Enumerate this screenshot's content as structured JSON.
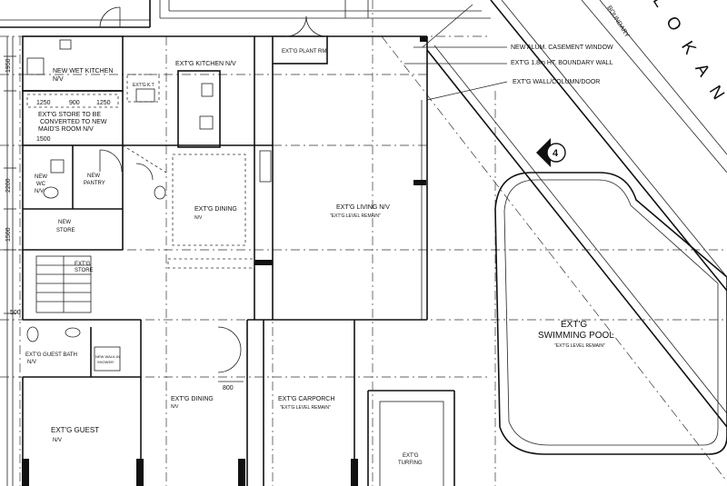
{
  "rooms": {
    "wet_kitchen": "NEW WET KITCHEN",
    "kitchen_nv_1": "N/V",
    "kitchen": "EXT'G KITCHEN N/V",
    "kitchen_kt": "EXT'G K.T",
    "plant_rm": "EXT'G PLANT RM",
    "store_maid_1": "EXT'G STORE TO BE",
    "store_maid_2": "CONVERTED TO NEW",
    "store_maid_3": "MAID'S ROOM  N/V",
    "new_wc_1": "NEW",
    "new_wc_2": "WC",
    "new_wc_3": "N/V",
    "new_pantry_1": "NEW",
    "new_pantry_2": "PANTRY",
    "new_store_1": "NEW",
    "new_store_2": "STORE",
    "dining_top": "EXT'G DINING",
    "dining_top_nv": "N/V",
    "living": "EXT'G LIVING  N/V",
    "living_note": "\"EXT'G LEVEL REMAIN\"",
    "store_stair_1": "EXT'G",
    "store_stair_2": "STORE",
    "guest_bath": "EXT'G GUEST BATH",
    "guest_bath_nv": "N/V",
    "walk_in_1": "NEW WALK-IN",
    "walk_in_2": "SHOWER",
    "dining_bottom": "EXT'G DINING",
    "dining_bottom_nv": "N/V",
    "carporch": "EXT'G CARPORCH",
    "carporch_note": "\"EXT'G LEVEL REMAIN\"",
    "guest": "EXT'G GUEST",
    "guest_nv": "N/V",
    "turfing_1": "EXT'G",
    "turfing_2": "TURFING",
    "pool_1": "EXT'G",
    "pool_2": "SWIMMING POOL",
    "pool_note": "\"EXT'G LEVEL REMAIN\""
  },
  "legend": {
    "casement": "NEW ALUM. CASEMENT WINDOW",
    "boundary_wall": "EXT'G 1.8m HT. BOUNDARY WALL",
    "wall_column": "EXT'G WALL/COLUMN/DOOR"
  },
  "dimensions": {
    "d1250a": "1250",
    "d900": "900",
    "d1250b": "1250",
    "d1500": "1500",
    "d800": "800",
    "d500": "500",
    "d1950": "1950",
    "d2200": "2200",
    "d1500v": "1500"
  },
  "section_marker": "4",
  "street_letters": "L O K A N",
  "boundary_text": "BOUNDARY"
}
